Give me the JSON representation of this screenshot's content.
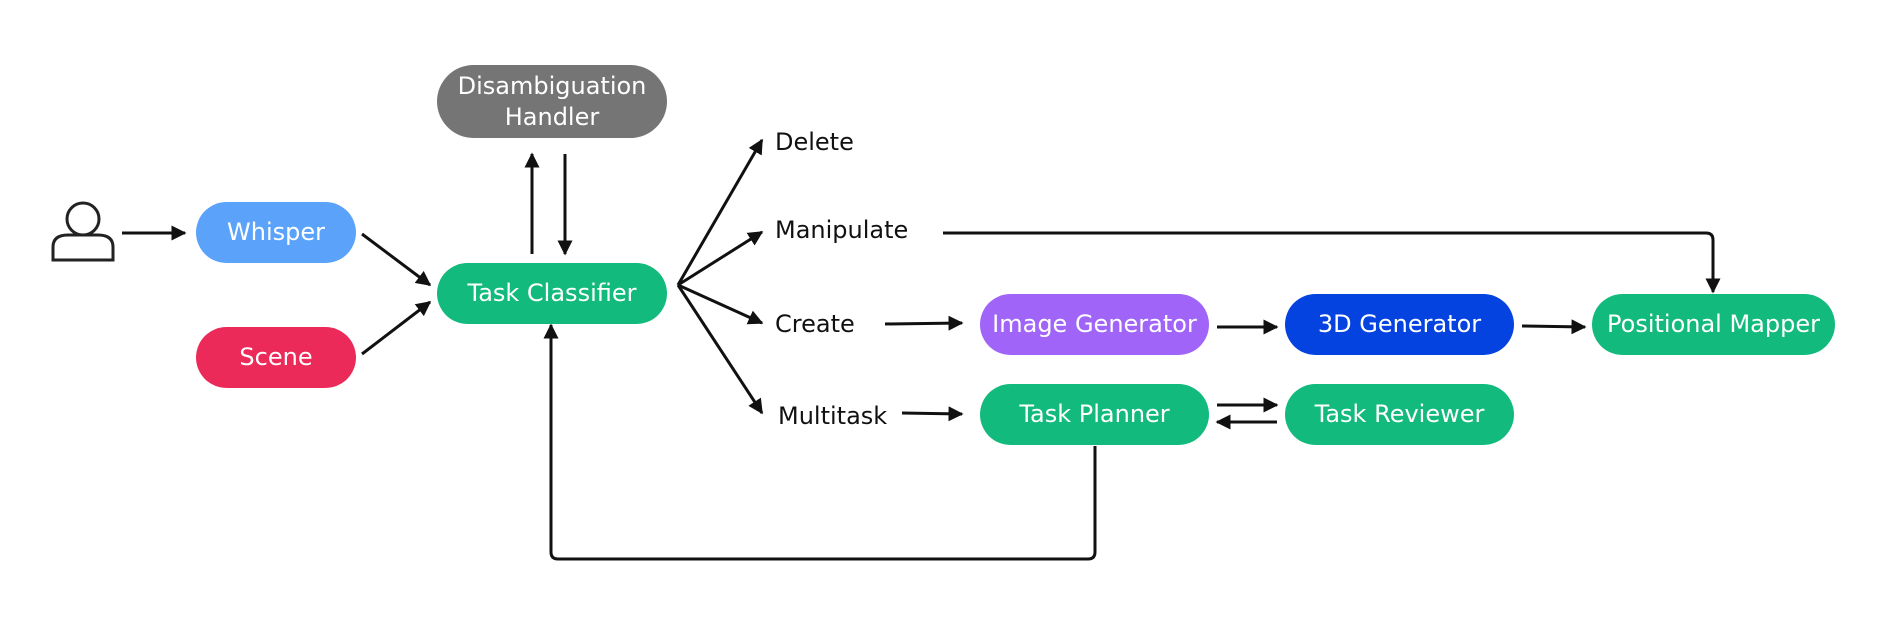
{
  "colors": {
    "whisper": "#5ba3fa",
    "scene": "#ec2a59",
    "green": "#12ba7e",
    "gray": "#757575",
    "purple": "#a064f8",
    "blue": "#0543e0",
    "arrow": "#111111"
  },
  "icons": {
    "user": "user-icon"
  },
  "nodes": {
    "whisper": "Whisper",
    "scene": "Scene",
    "task_classifier": "Task Classifier",
    "disambiguation_handler": "Disambiguation\nHandler",
    "image_generator": "Image Generator",
    "generator_3d": "3D Generator",
    "positional_mapper": "Positional Mapper",
    "task_planner": "Task Planner",
    "task_reviewer": "Task Reviewer"
  },
  "labels": {
    "delete": "Delete",
    "manipulate": "Manipulate",
    "create": "Create",
    "multitask": "Multitask"
  }
}
